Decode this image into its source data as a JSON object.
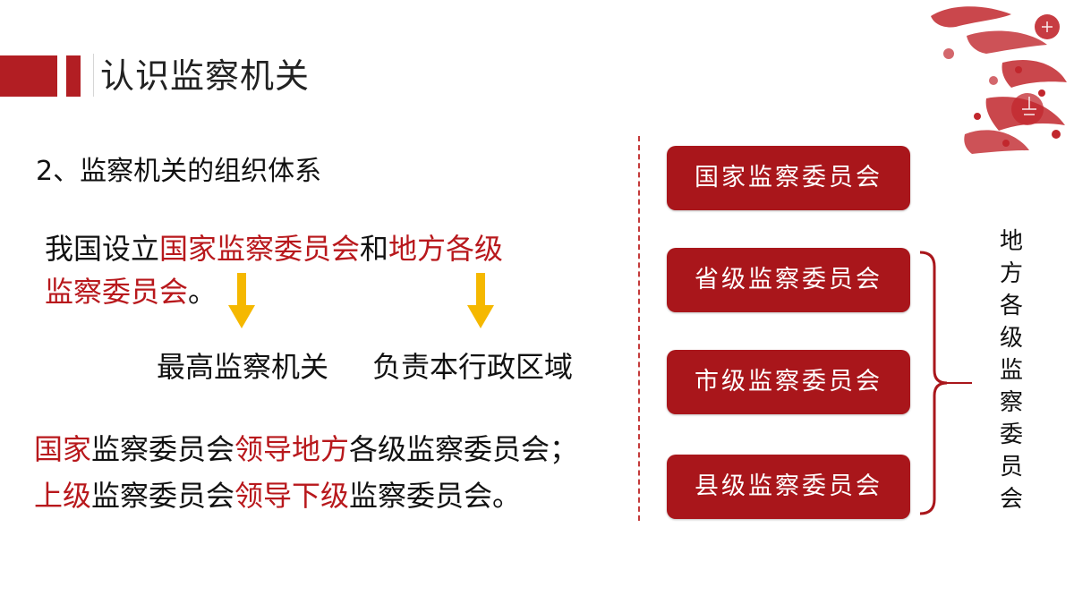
{
  "header": {
    "title": "认识监察机关"
  },
  "section": {
    "heading": "2、监察机关的组织体系"
  },
  "intro": {
    "part1": "我国设立",
    "national": "国家监察委员会",
    "part2": "和",
    "local_prefix": "地方各级",
    "local_suffix": "监察委员会",
    "end": "。"
  },
  "arrows": {
    "color": "#f5b800",
    "national_label": "最高监察机关",
    "local_label": "负责本行政区域"
  },
  "relations": {
    "line1": {
      "a": "国家",
      "b": "监察委员会",
      "c": "领导地方",
      "d": "各级监察委员会；"
    },
    "line2": {
      "a": "上级",
      "b": "监察委员会",
      "c": "领导下级",
      "d": "监察委员会。"
    }
  },
  "diagram": {
    "boxes": [
      "国家监察委员会",
      "省级监察委员会",
      "市级监察委员会",
      "县级监察委员会"
    ],
    "bracket_label": "地方各级监察委员会"
  },
  "colors": {
    "accent_red": "#b21e23",
    "text_red": "#b8181c",
    "box_red": "#a9161b"
  }
}
